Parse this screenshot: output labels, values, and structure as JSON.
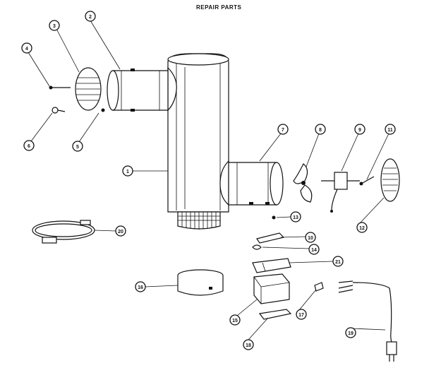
{
  "title": "REPAIR PARTS",
  "callouts": [
    {
      "id": "c1",
      "label": "1"
    },
    {
      "id": "c2",
      "label": "2"
    },
    {
      "id": "c3",
      "label": "3"
    },
    {
      "id": "c4",
      "label": "4"
    },
    {
      "id": "c5",
      "label": "5"
    },
    {
      "id": "c6",
      "label": "6"
    },
    {
      "id": "c7",
      "label": "7"
    },
    {
      "id": "c8",
      "label": "8"
    },
    {
      "id": "c9",
      "label": "9"
    },
    {
      "id": "c10",
      "label": "10"
    },
    {
      "id": "c11",
      "label": "11"
    },
    {
      "id": "c12",
      "label": "12"
    },
    {
      "id": "c13",
      "label": "13"
    },
    {
      "id": "c14",
      "label": "14"
    },
    {
      "id": "c15",
      "label": "15"
    },
    {
      "id": "c16",
      "label": "16"
    },
    {
      "id": "c17",
      "label": "17"
    },
    {
      "id": "c18",
      "label": "18"
    },
    {
      "id": "c19",
      "label": "19"
    },
    {
      "id": "c20",
      "label": "20"
    },
    {
      "id": "c21",
      "label": "21"
    }
  ]
}
